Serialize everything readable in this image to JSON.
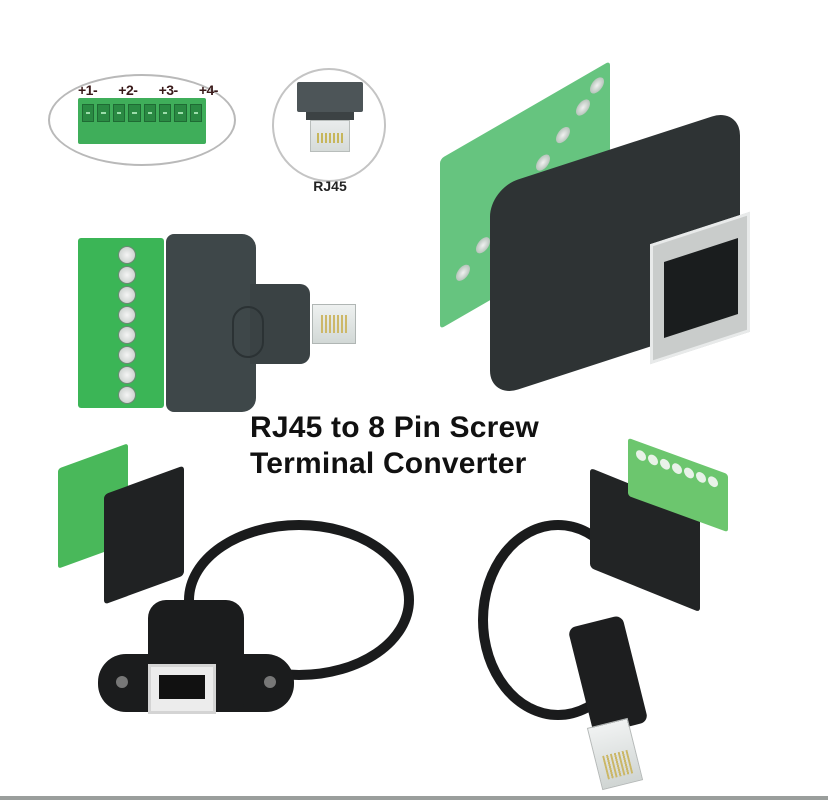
{
  "image": {
    "type": "product-collage",
    "background": "#ffffff"
  },
  "pin_diagram": {
    "labels": [
      "+1-",
      "+2-",
      "+3-",
      "+4-"
    ],
    "pin_count": 8,
    "color": "#3fae5a"
  },
  "rj45_inset": {
    "label": "RJ45"
  },
  "title": {
    "line1": "RJ45 to 8 Pin Screw",
    "line2": "Terminal Converter"
  },
  "products": [
    {
      "name": "rj45-male-to-8pin-terminal-adapter"
    },
    {
      "name": "rj45-female-to-8pin-terminal-adapter"
    },
    {
      "name": "rj45-female-panel-mount-cable-to-8pin-terminal"
    },
    {
      "name": "rj45-male-cable-to-8pin-terminal"
    }
  ],
  "colors": {
    "terminal_green": "#3bb556",
    "connector_black": "#2e3334",
    "text": "#111111"
  }
}
